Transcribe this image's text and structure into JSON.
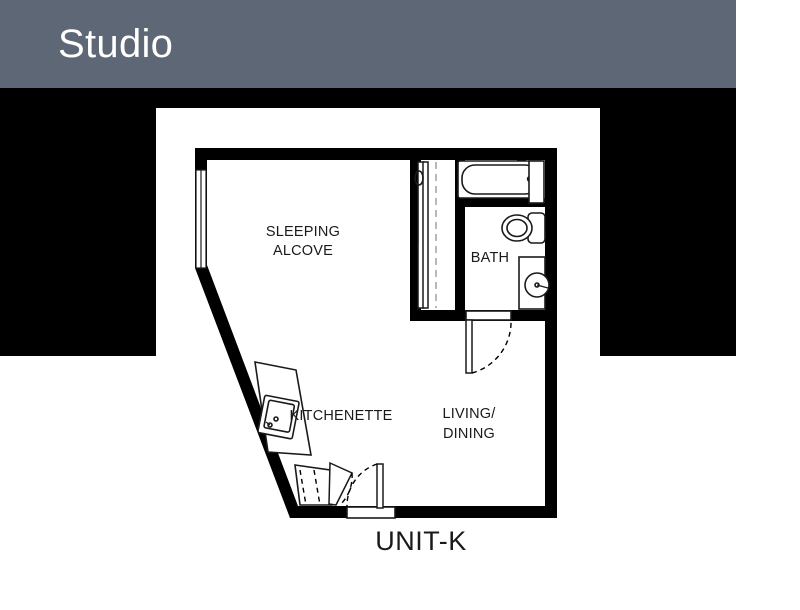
{
  "header": {
    "title": "Studio",
    "background_color": "#5d6775",
    "text_color": "#ffffff"
  },
  "floorplan": {
    "unit_label": "UNIT-K",
    "wall_color": "#000000",
    "background_color": "#ffffff",
    "rooms": [
      {
        "id": "sleeping-alcove",
        "label_line1": "SLEEPING",
        "label_line2": "ALCOVE"
      },
      {
        "id": "bath",
        "label_line1": "BATH",
        "label_line2": ""
      },
      {
        "id": "kitchenette",
        "label_line1": "KITCHENETTE",
        "label_line2": ""
      },
      {
        "id": "living-dining",
        "label_line1": "LIVING/",
        "label_line2": "DINING"
      }
    ],
    "labels": {
      "sleeping_line1": "SLEEPING",
      "sleeping_line2": "ALCOVE",
      "bath": "BATH",
      "kitchenette": "KITCHENETTE",
      "living_line1": "LIVING/",
      "living_line2": "DINING"
    },
    "fixtures": [
      {
        "name": "bathtub",
        "room": "bath"
      },
      {
        "name": "toilet",
        "room": "bath"
      },
      {
        "name": "vanity-sink",
        "room": "bath"
      },
      {
        "name": "kitchen-sink",
        "room": "kitchenette"
      },
      {
        "name": "kitchen-counter",
        "room": "kitchenette"
      },
      {
        "name": "linen-closet",
        "room": "bath"
      },
      {
        "name": "wardrobe-closet",
        "room": "sleeping-alcove"
      }
    ],
    "openings": [
      {
        "name": "exterior-window",
        "wall": "left"
      },
      {
        "name": "closet-sliding-door",
        "room": "sleeping-alcove"
      },
      {
        "name": "bath-door",
        "room": "bath"
      },
      {
        "name": "entry-door",
        "room": "living-dining"
      },
      {
        "name": "pantry-door",
        "room": "kitchenette"
      }
    ]
  }
}
